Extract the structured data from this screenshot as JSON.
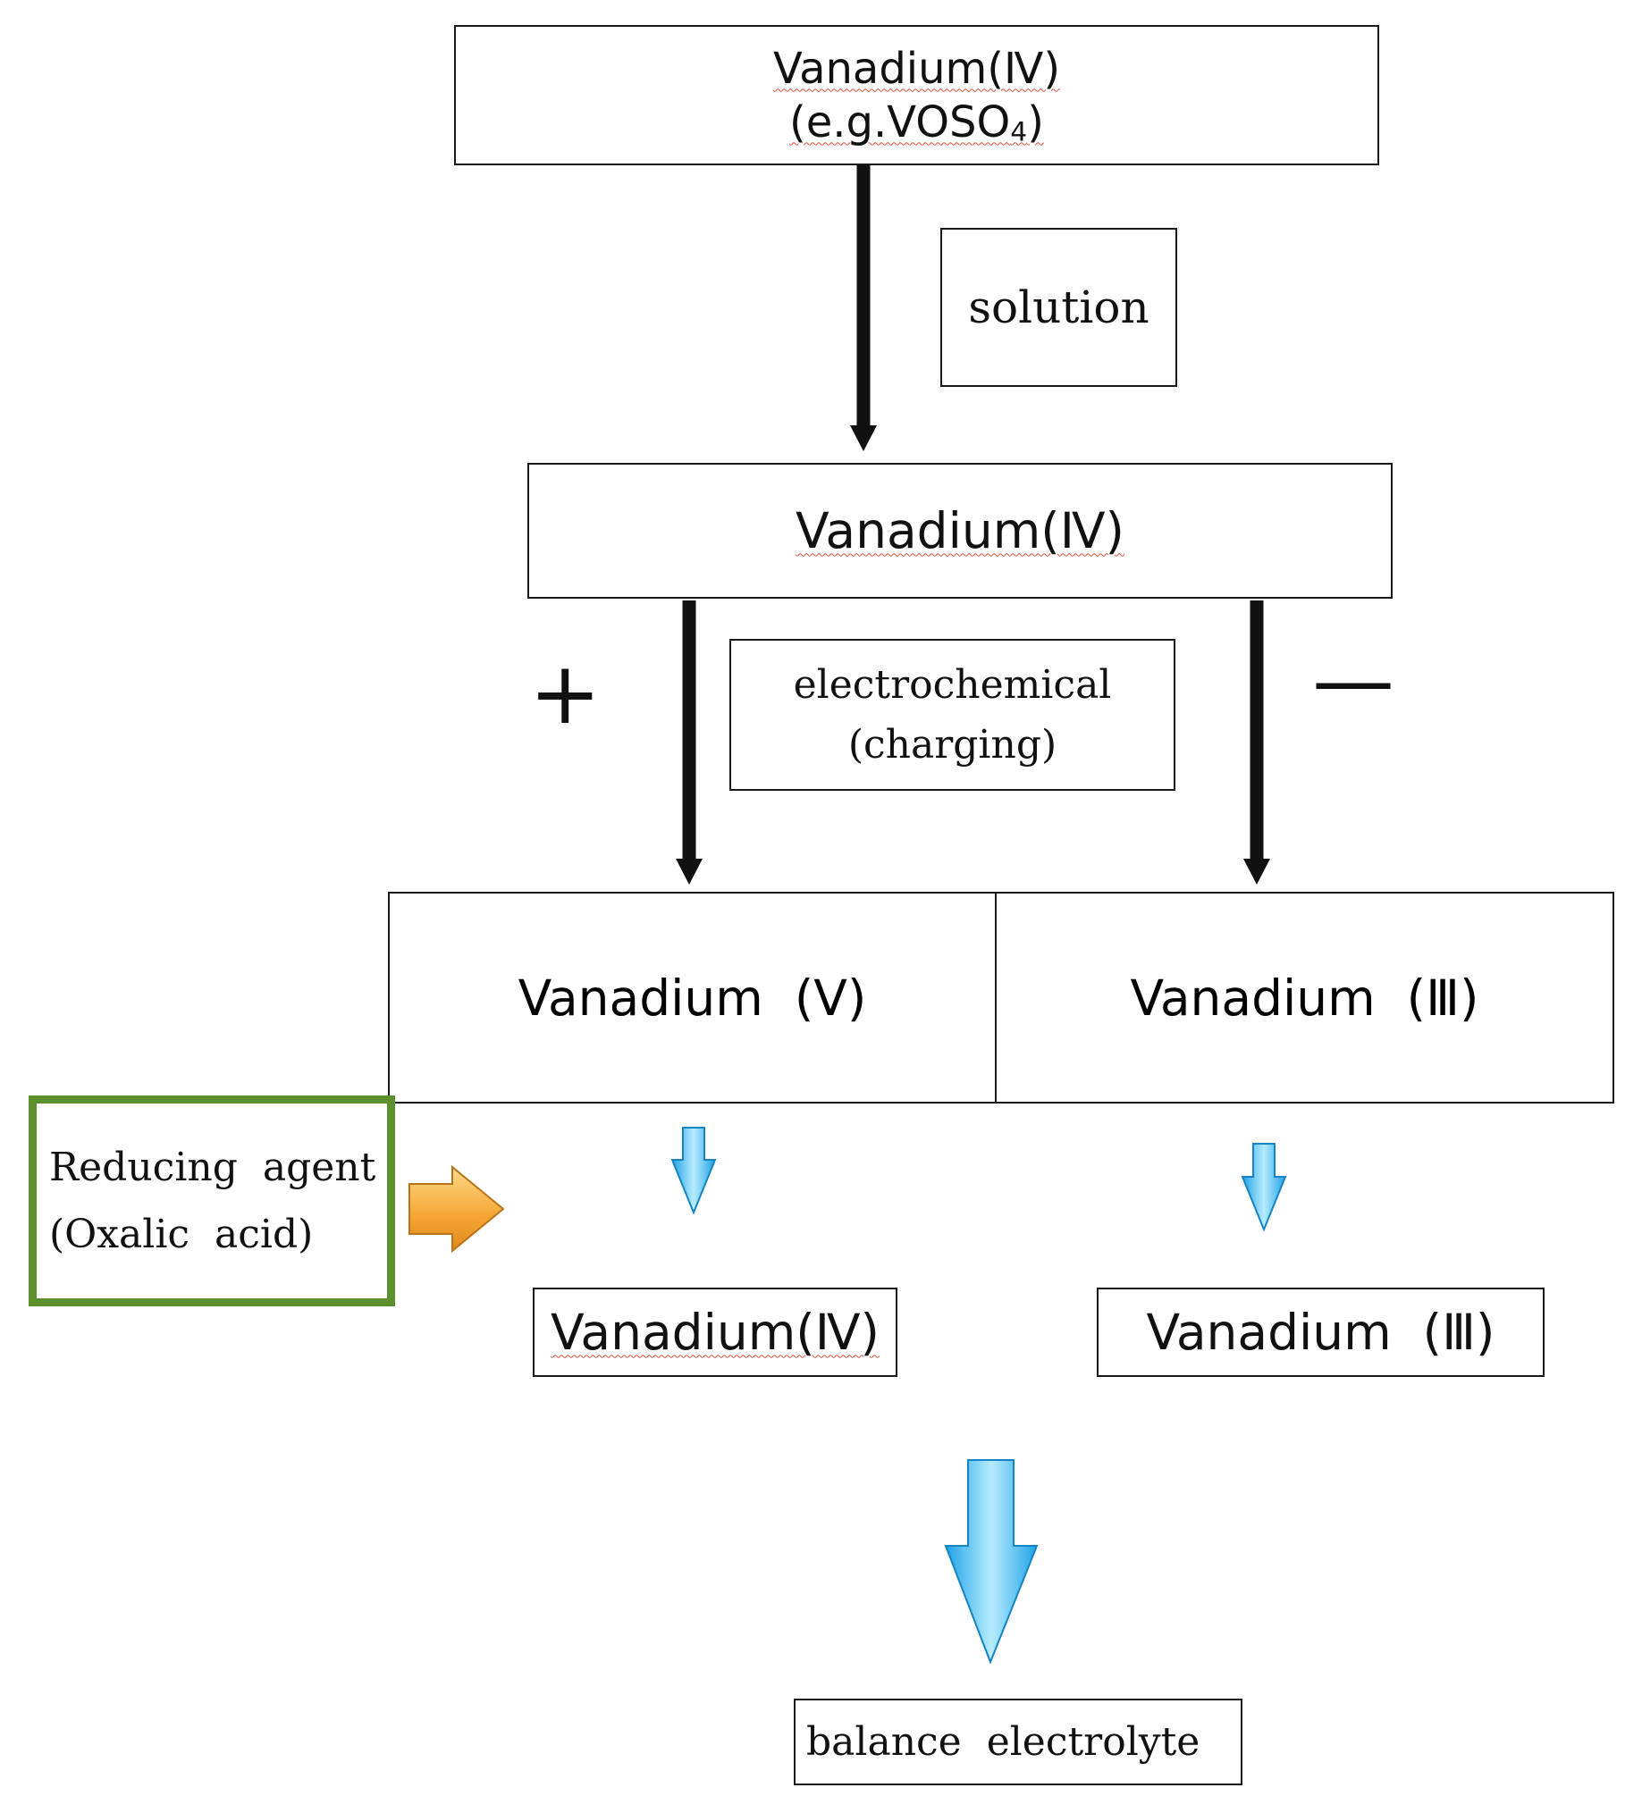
{
  "diagram": {
    "start_box": {
      "line1": "Vanadium(Ⅳ)",
      "line2_prefix": "(e.g.VOSO",
      "line2_sub": "4",
      "line2_suffix": ")"
    },
    "step1_label": "solution",
    "middle_box": {
      "label": "Vanadium(Ⅳ)"
    },
    "step2_label": {
      "line1": "electrochemical",
      "line2": "(charging)"
    },
    "plus_sign": "+",
    "minus_sign": "—",
    "split_box": {
      "left": "Vanadium  (Ⅴ)",
      "right": "Vanadium  (Ⅲ)"
    },
    "reducing_agent": {
      "line1": "Reducing  agent",
      "line2": "(Oxalic  acid)"
    },
    "result_left": "Vanadium(Ⅳ)",
    "result_right": "Vanadium  (Ⅲ)",
    "final_label": "balance  electrolyte",
    "colors": {
      "reducing_agent_border": "#5c8f2e",
      "orange_arrow": "#f0a23a",
      "blue_arrow": "#38b6ee",
      "line": "#111111"
    }
  }
}
